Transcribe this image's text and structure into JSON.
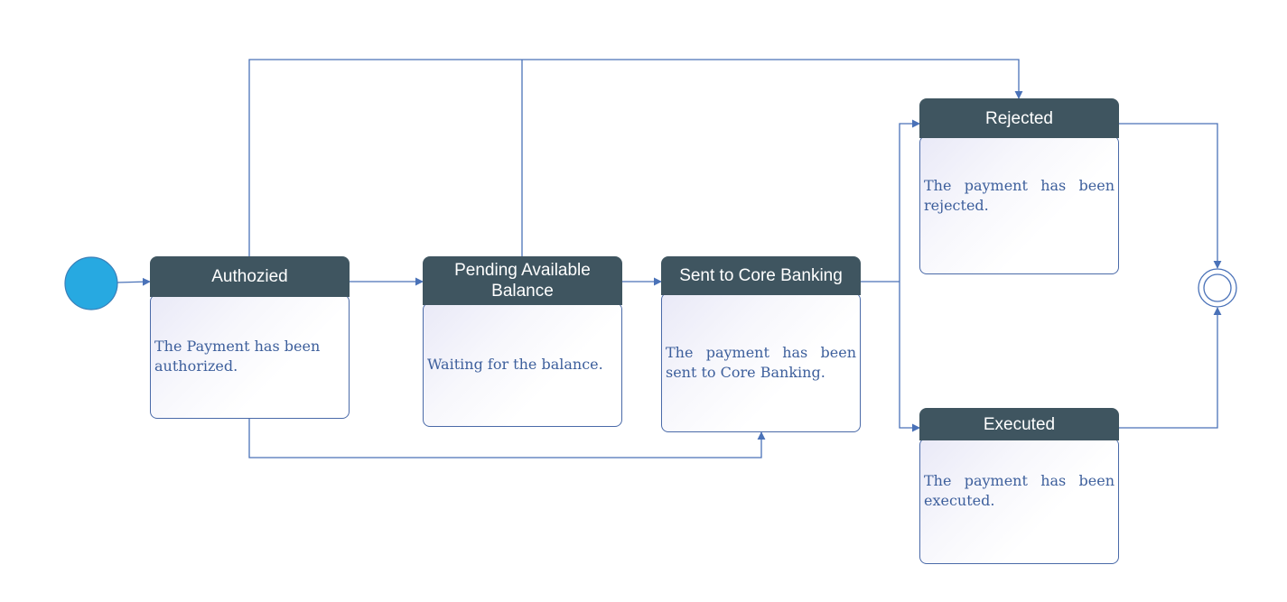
{
  "colors": {
    "header": "#3f5560",
    "connector": "#4a72b8",
    "body_border": "#4a6aa8",
    "description_text": "#3d5f9c",
    "initial_node": "#27a9e1"
  },
  "states": {
    "authorized": {
      "title": "Authozied",
      "description": "The Payment has been authorized."
    },
    "pending": {
      "title": "Pending Available Balance",
      "description": "Waiting for the balance."
    },
    "core_banking": {
      "title": "Sent to Core Banking",
      "description": "The payment has been sent to Core Banking."
    },
    "rejected": {
      "title": "Rejected",
      "description": "The payment has been rejected."
    },
    "executed": {
      "title": "Executed",
      "description": "The payment has been executed."
    }
  }
}
